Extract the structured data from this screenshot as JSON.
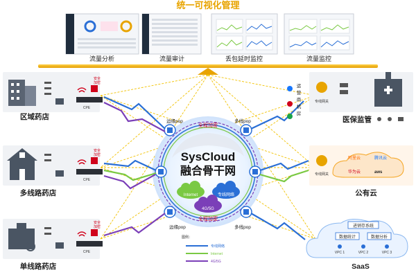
{
  "title": "统一可视化管理",
  "screens": [
    {
      "label": "流量分析"
    },
    {
      "label": "流量审计"
    },
    {
      "label": "丢包延时监控"
    },
    {
      "label": "流量监控"
    }
  ],
  "left_sites": [
    {
      "label": "区域药店",
      "cpe": "CPE",
      "secure": "安全\n加密"
    },
    {
      "label": "多线路药店",
      "cpe": "CPE",
      "secure": "安全\n加密"
    },
    {
      "label": "单线路药店",
      "cpe": "CPE",
      "secure": "安全\n加密"
    }
  ],
  "right_sites": [
    {
      "label": "医保监管",
      "gateway": "专线网关"
    },
    {
      "label": "公有云",
      "gateway": "专线网关"
    },
    {
      "label": "SaaS"
    }
  ],
  "carriers": [
    "运",
    "营",
    "商",
    "机",
    "房"
  ],
  "core": {
    "line1": "SysCloud",
    "line2": "融合骨干网"
  },
  "pops": [
    "边缘pop",
    "多线pop",
    "边缘pop",
    "多线pop"
  ],
  "encryption": [
    "全程加密",
    "全程加密"
  ],
  "clouds": [
    {
      "label": "Internet"
    },
    {
      "label": "专线网络"
    },
    {
      "label": "4G/5G"
    }
  ],
  "public_cloud": [
    "阿里云",
    "腾讯云",
    "华为云",
    "aws"
  ],
  "saas": {
    "top": "进销存系统",
    "left": "数据统计",
    "right": "数据分析",
    "vpcs": [
      "VPC 1",
      "VPC 2",
      "VPC 3"
    ]
  },
  "legend": {
    "title": "图例：",
    "items": [
      {
        "label": "专线网络",
        "color": "#2a6fd6"
      },
      {
        "label": "Internet",
        "color": "#7ac943"
      },
      {
        "label": "4G/5G",
        "color": "#7b3fb8"
      }
    ]
  },
  "colors": {
    "title": "#e8a400",
    "dedicated": "#2a6fd6",
    "internet": "#7ac943",
    "mobile": "#7b3fb8",
    "secure": "#d0021b"
  }
}
